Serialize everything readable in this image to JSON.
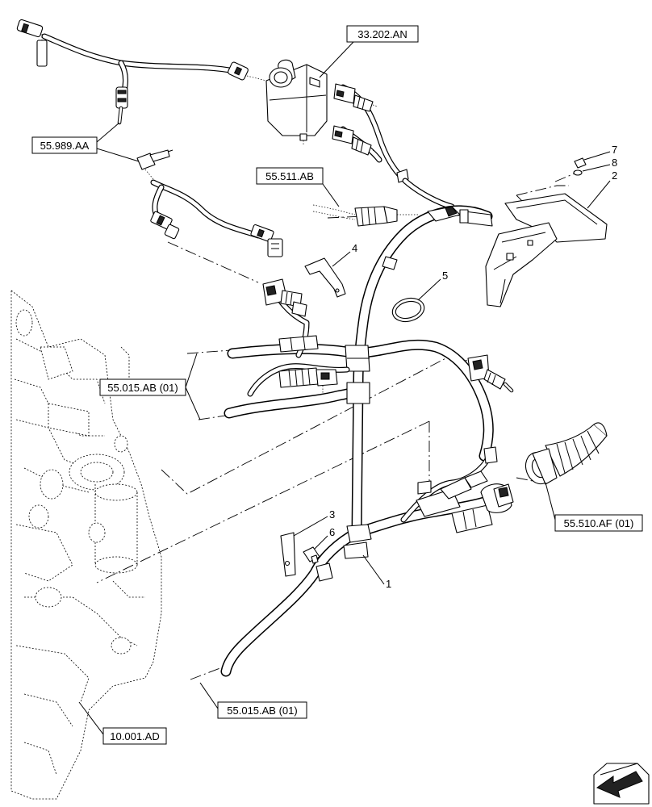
{
  "references": {
    "r33202an": "33.202.AN",
    "r55989aa": "55.989.AA",
    "r55511ab": "55.511.AB",
    "r55015ab_upper": "55.015.AB (01)",
    "r55510af": "55.510.AF (01)",
    "r55015ab_lower": "55.015.AB (01)",
    "r10001ad": "10.001.AD"
  },
  "callouts": {
    "c1": "1",
    "c2": "2",
    "c3": "3",
    "c4": "4",
    "c5": "5",
    "c6": "6",
    "c7": "7",
    "c8": "8"
  },
  "icons": {
    "corner": "arrow-icon"
  },
  "colors": {
    "line": "#000000",
    "background": "#ffffff"
  }
}
